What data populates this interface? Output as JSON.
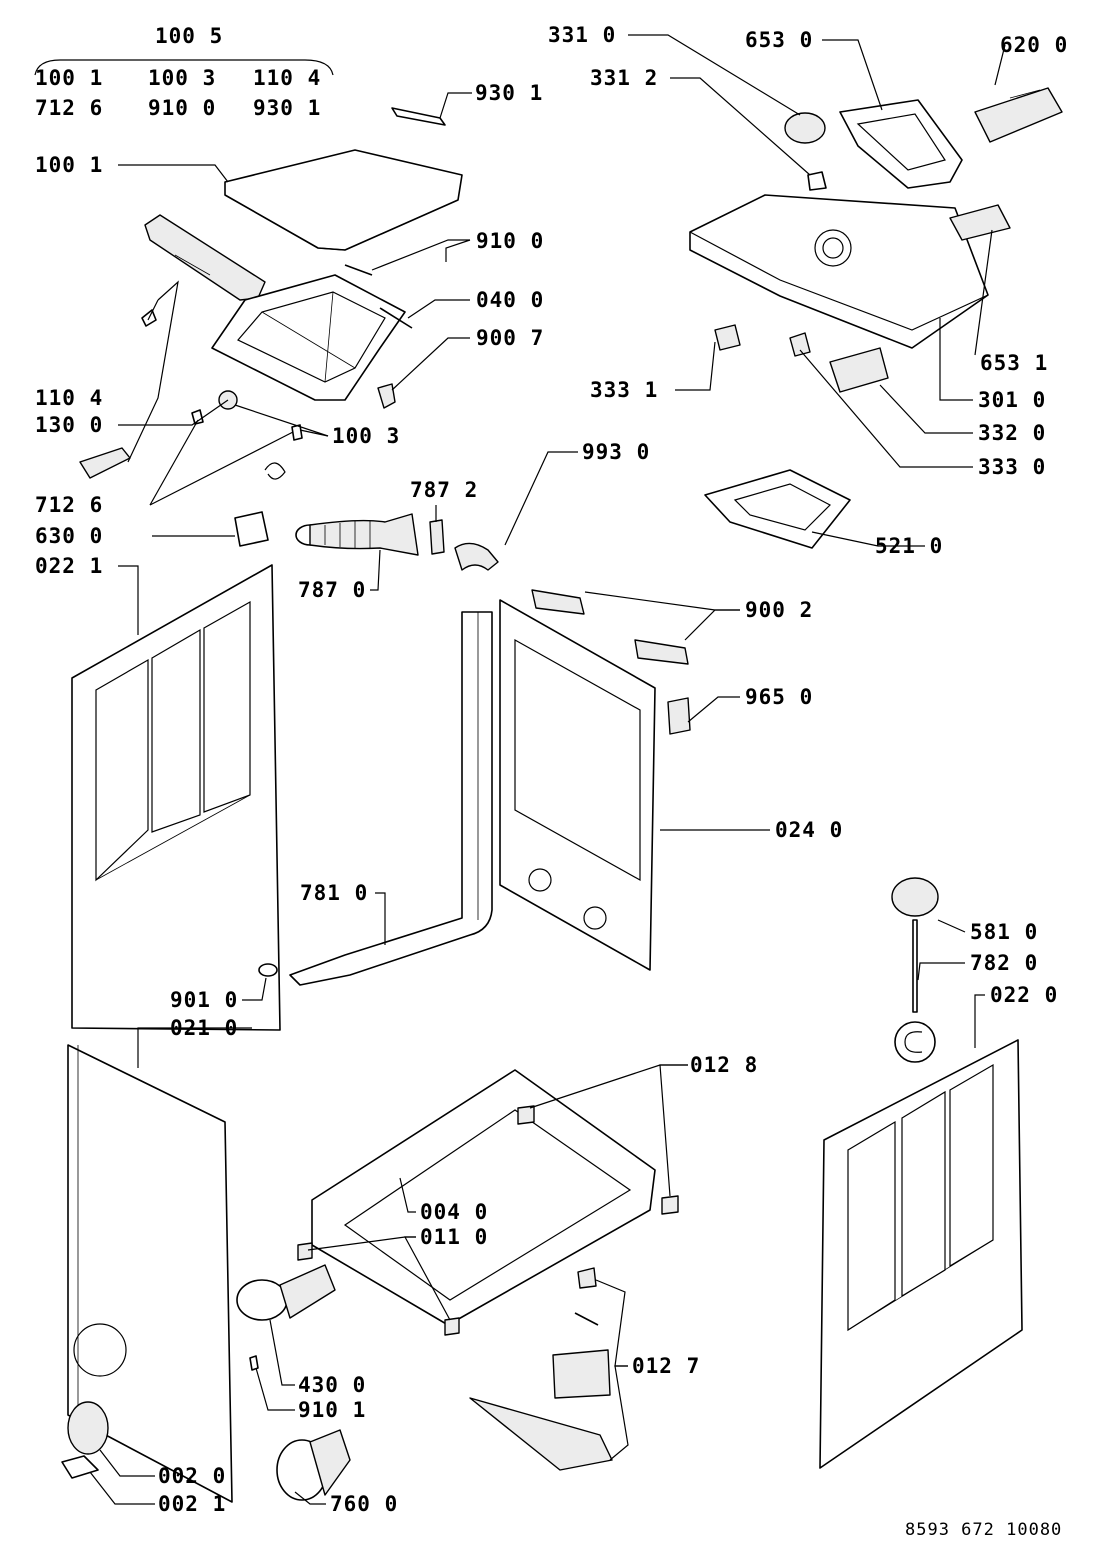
{
  "header": {
    "group_code": "100 5",
    "group_members": [
      "100 1",
      "100 3",
      "110 4",
      "712 6",
      "910 0",
      "930 1"
    ]
  },
  "callouts": [
    {
      "id": "c9301a",
      "code": "930 1"
    },
    {
      "id": "c1001",
      "code": "100 1"
    },
    {
      "id": "c9100",
      "code": "910 0"
    },
    {
      "id": "c0400",
      "code": "040 0"
    },
    {
      "id": "c9007",
      "code": "900 7"
    },
    {
      "id": "c1104",
      "code": "110 4"
    },
    {
      "id": "c1300",
      "code": "130 0"
    },
    {
      "id": "c1003",
      "code": "100 3"
    },
    {
      "id": "c7126",
      "code": "712 6"
    },
    {
      "id": "c7872",
      "code": "787 2"
    },
    {
      "id": "c6300",
      "code": "630 0"
    },
    {
      "id": "c0221",
      "code": "022 1"
    },
    {
      "id": "c7870",
      "code": "787 0"
    },
    {
      "id": "c3310",
      "code": "331 0"
    },
    {
      "id": "c3312",
      "code": "331 2"
    },
    {
      "id": "c6530",
      "code": "653 0"
    },
    {
      "id": "c6200",
      "code": "620 0"
    },
    {
      "id": "c6531",
      "code": "653 1"
    },
    {
      "id": "c3331",
      "code": "333 1"
    },
    {
      "id": "c3010",
      "code": "301 0"
    },
    {
      "id": "c3320",
      "code": "332 0"
    },
    {
      "id": "c3330",
      "code": "333 0"
    },
    {
      "id": "c9930",
      "code": "993 0"
    },
    {
      "id": "c5210",
      "code": "521 0"
    },
    {
      "id": "c9002",
      "code": "900 2"
    },
    {
      "id": "c9650",
      "code": "965 0"
    },
    {
      "id": "c0240",
      "code": "024 0"
    },
    {
      "id": "c7810",
      "code": "781 0"
    },
    {
      "id": "c9010",
      "code": "901 0"
    },
    {
      "id": "c0210",
      "code": "021 0"
    },
    {
      "id": "c5810",
      "code": "581 0"
    },
    {
      "id": "c7820",
      "code": "782 0"
    },
    {
      "id": "c0220",
      "code": "022 0"
    },
    {
      "id": "c0128",
      "code": "012 8"
    },
    {
      "id": "c0040",
      "code": "004 0"
    },
    {
      "id": "c0110",
      "code": "011 0"
    },
    {
      "id": "c0127",
      "code": "012 7"
    },
    {
      "id": "c4300",
      "code": "430 0"
    },
    {
      "id": "c9101",
      "code": "910 1"
    },
    {
      "id": "c0200",
      "code": "002 0"
    },
    {
      "id": "c0021",
      "code": "002 1"
    },
    {
      "id": "c7600",
      "code": "760 0"
    }
  ],
  "footer": {
    "drawing_number": "8593 672 10080"
  }
}
